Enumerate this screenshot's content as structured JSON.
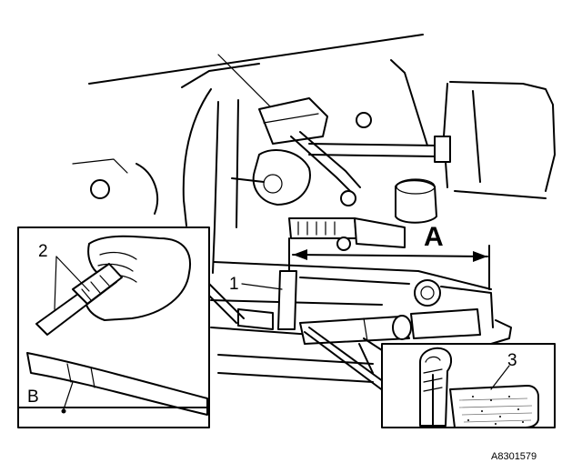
{
  "labels": {
    "dimension": "A",
    "callout_1": "1",
    "callout_2": "2",
    "callout_3": "3",
    "detail_b": "B"
  },
  "figure_code": "A8301579"
}
